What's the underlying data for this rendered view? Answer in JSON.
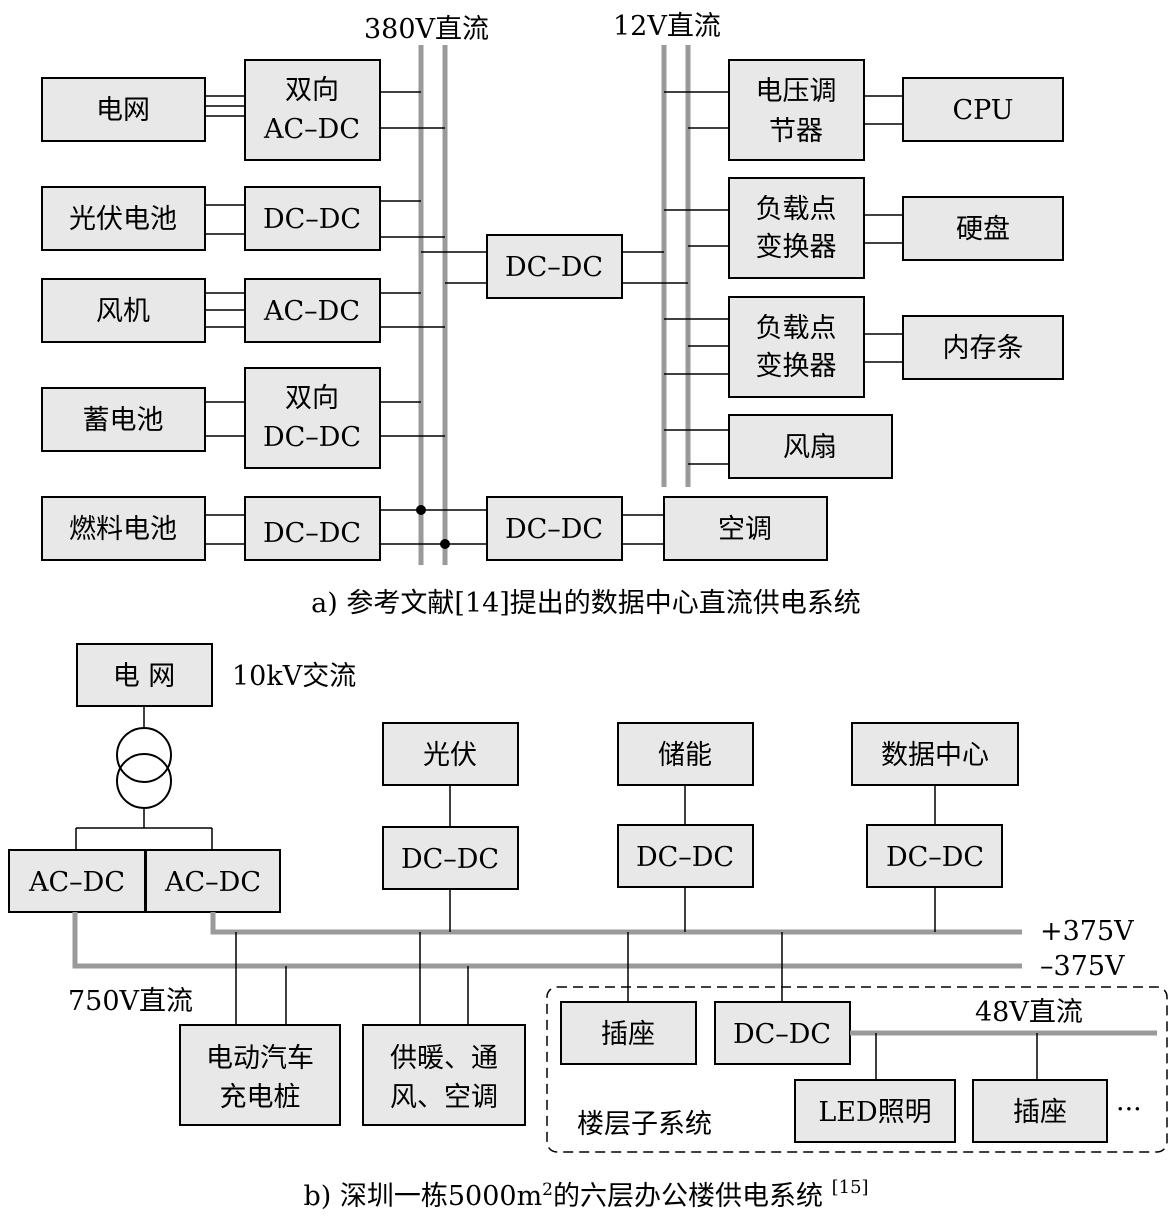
{
  "diagram_a": {
    "bus_380v_label": "380V直流",
    "bus_12v_label": "12V直流",
    "grid": "电网",
    "bidir_acdc_line1": "双向",
    "bidir_acdc_line2": "AC–DC",
    "pv_battery": "光伏电池",
    "pv_dcdc": "DC–DC",
    "wind": "风机",
    "wind_acdc": "AC–DC",
    "storage_battery": "蓄电池",
    "bidir_dcdc_line1": "双向",
    "bidir_dcdc_line2": "DC–DC",
    "fuel_cell": "燃料电池",
    "fuel_dcdc": "DC–DC",
    "mid_dcdc": "DC–DC",
    "ac_dcdc": "DC–DC",
    "air_conditioner": "空调",
    "vr_line1": "电压调",
    "vr_line2": "节器",
    "cpu": "CPU",
    "pol1_line1": "负载点",
    "pol1_line2": "变换器",
    "hard_disk": "硬盘",
    "pol2_line1": "负载点",
    "pol2_line2": "变换器",
    "memory": "内存条",
    "fan": "风扇",
    "caption": "a) 参考文献[14]提出的数据中心直流供电系统"
  },
  "diagram_b": {
    "grid": "电 网",
    "ac_label": "10kV交流",
    "acdc_left": "AC–DC",
    "acdc_right": "AC–DC",
    "pv": "光伏",
    "pv_dcdc": "DC–DC",
    "storage": "储能",
    "storage_dcdc": "DC–DC",
    "datacenter": "数据中心",
    "datacenter_dcdc": "DC–DC",
    "plus_bus": "+375V",
    "minus_bus": "–375V",
    "dc750_label": "750V直流",
    "ev_line1": "电动汽车",
    "ev_line2": "充电桩",
    "hvac_line1": "供暖、通",
    "hvac_line2": "风、空调",
    "socket1": "插座",
    "floor_dcdc": "DC–DC",
    "dc48_label": "48V直流",
    "led": "LED照明",
    "socket2": "插座",
    "ellipsis": "···",
    "floor_subsystem": "楼层子系统",
    "caption_main": "b) 深圳一栋5000m",
    "caption_sup1": "2",
    "caption_rest": "的六层办公楼供电系统 ",
    "caption_ref": "[15]"
  }
}
